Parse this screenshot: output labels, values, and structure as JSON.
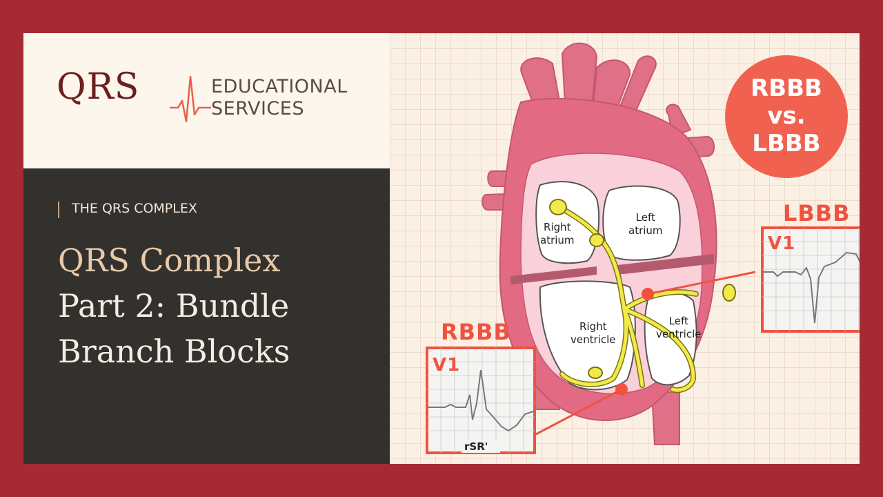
{
  "brand": {
    "logo_text": "QRS",
    "line1": "EDUCATIONAL",
    "line2": "SERVICES"
  },
  "section": {
    "eyebrow": "THE QRS COMPLEX",
    "title_line1": "QRS Complex",
    "title_line2": "Part 2: Bundle",
    "title_line3": "Branch Blocks"
  },
  "badge": {
    "line1": "RBBB",
    "line2": "vs.",
    "line3": "LBBB"
  },
  "diagram": {
    "right_atrium": [
      "Right",
      "atrium"
    ],
    "left_atrium": [
      "Left",
      "atrium"
    ],
    "right_ventricle": [
      "Right",
      "ventricle"
    ],
    "left_ventricle": [
      "Left",
      "ventricle"
    ],
    "lbbb_label": "LBBB",
    "rbbb_label": "RBBB",
    "lead_lbbb": "V1",
    "lead_rbbb": "V1",
    "rbbb_pattern": "rSR'"
  },
  "colors": {
    "frame": "#a52a33",
    "accent": "#ef5340",
    "dark_panel": "#33312e",
    "heart": "#e26a82",
    "conduction": "#f1ea4a"
  }
}
